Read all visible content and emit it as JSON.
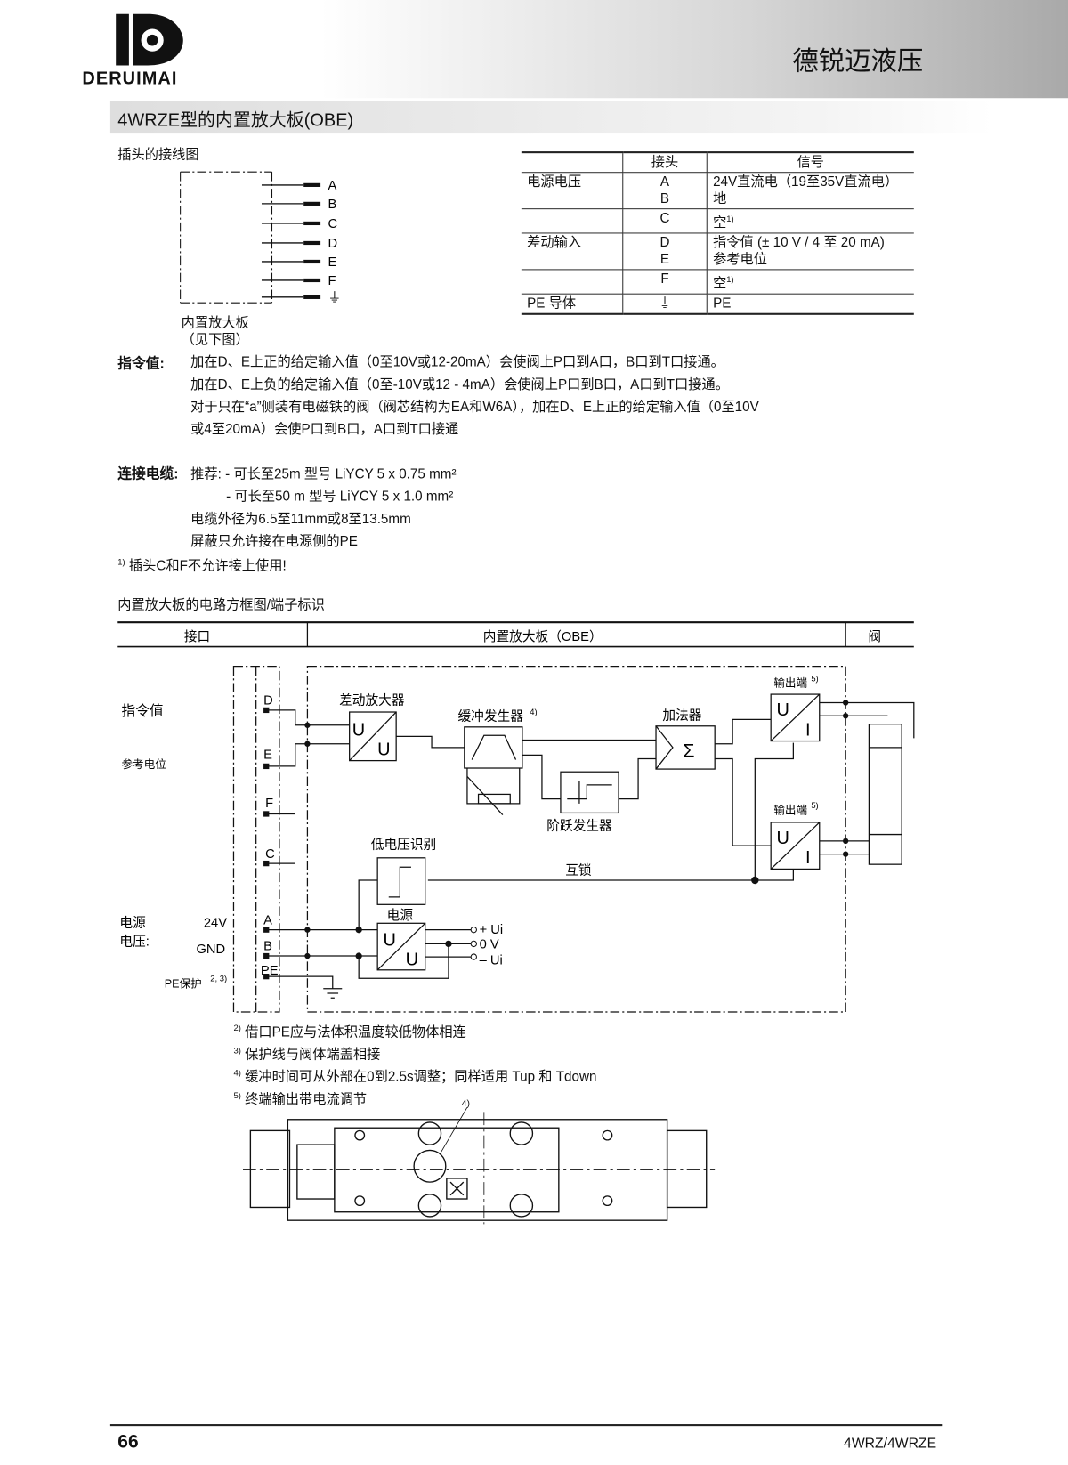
{
  "header": {
    "logo_text": "DERUIMAI",
    "company": "德锐迈液压"
  },
  "section_title": "4WRZE型的内置放大板(OBE)",
  "wiring": {
    "title": "插头的接线图",
    "pins": [
      "A",
      "B",
      "C",
      "D",
      "E",
      "F",
      "⏚"
    ],
    "board_label": "内置放大板",
    "board_note": "（见下图）"
  },
  "pin_table": {
    "headers": [
      "",
      "接头",
      "信号"
    ],
    "rows": [
      {
        "group": "电源电压",
        "pins": [
          "A",
          "B"
        ],
        "signals": [
          "24V直流电（19至35V直流电）",
          "地"
        ]
      },
      {
        "group": "",
        "pins": [
          "C"
        ],
        "signals": [
          "空"
        ],
        "note": "1)"
      },
      {
        "group": "差动输入",
        "pins": [
          "D",
          "E"
        ],
        "signals": [
          "指令值 (± 10 V / 4 至 20 mA)",
          "参考电位"
        ]
      },
      {
        "group": "",
        "pins": [
          "F"
        ],
        "signals": [
          "空"
        ],
        "note": "1)"
      },
      {
        "group": "PE 导体",
        "pins": [
          "⏚"
        ],
        "signals": [
          "PE"
        ]
      }
    ]
  },
  "command": {
    "label": "指令值:",
    "lines": [
      "加在D、E上正的给定输入值（0至10V或12-20mA）会使阀上P口到A口，B口到T口接通。",
      "加在D、E上负的给定输入值（0至-10V或12 - 4mA）会使阀上P口到B口，A口到T口接通。",
      "对于只在“a”侧装有电磁铁的阀（阀芯结构为EA和W6A），加在D、E上正的给定输入值（0至10V",
      "或4至20mA）会使P口到B口，A口到T口接通"
    ]
  },
  "cable": {
    "label": "连接电缆:",
    "lines": [
      "推荐: - 可长至25m 型号 LiYCY 5 x 0.75 mm²",
      "- 可长至50 m 型号 LiYCY 5 x 1.0 mm²",
      "电缆外径为6.5至11mm或8至13.5mm",
      "屏蔽只允许接在电源侧的PE"
    ]
  },
  "footnote1": {
    "mark": "1)",
    "text": "插头C和F不允许接上使用!"
  },
  "block": {
    "title": "内置放大板的电路方框图/端子标识",
    "col_headers": [
      "接口",
      "内置放大板（OBE）",
      "阀"
    ],
    "left_labels": {
      "command": "指令值",
      "reference": "参考电位",
      "power1": "电源",
      "power2": "电压:",
      "v24": "24V",
      "gnd": "GND",
      "pe": "PE保护",
      "pe_note": "2, 3)"
    },
    "terminals": [
      "D",
      "E",
      "F",
      "C",
      "A",
      "B",
      "PE"
    ],
    "blocks": {
      "diff_amp": "差动放大器",
      "ramp": "缓冲发生器",
      "ramp_note": "4)",
      "adder": "加法器",
      "output1": "输出端",
      "output2": "输出端",
      "output_note": "5)",
      "step": "阶跃发生器",
      "undervoltage": "低电压识别",
      "interlock": "互锁",
      "power": "电源",
      "sigma": "Σ",
      "U": "U",
      "I": "I"
    },
    "power_outputs": [
      "+ Ui",
      "0 V",
      "– Ui"
    ]
  },
  "footnotes": [
    {
      "mark": "2)",
      "text": "借口PE应与法体积温度较低物体相连"
    },
    {
      "mark": "3)",
      "text": "保护线与阀体端盖相接"
    },
    {
      "mark": "4)",
      "text": "缓冲时间可从外部在0到2.5s调整；同样适用 Tup 和 Tdown"
    },
    {
      "mark": "5)",
      "text": "终端输出带电流调节"
    }
  ],
  "drawing_note": "4)",
  "footer": {
    "page": "66",
    "model": "4WRZ/4WRZE"
  }
}
